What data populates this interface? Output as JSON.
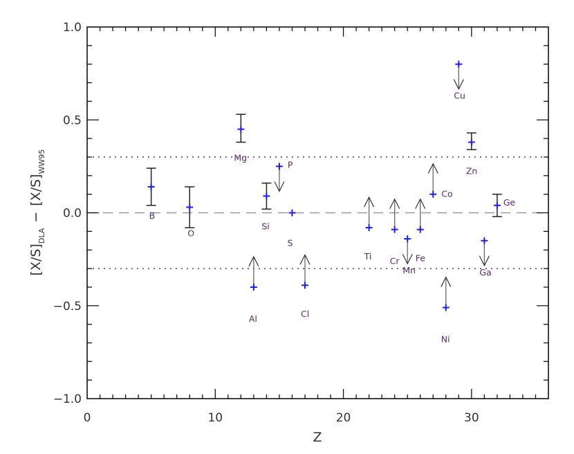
{
  "chart_data": {
    "type": "scatter",
    "title": "",
    "xlabel": "Z",
    "ylabel": "[X/S]_DLA - [X/S]_WW95",
    "ylabel_parts": {
      "a": "[X/S]",
      "a_sub": "DLA",
      "minus": "−",
      "b": "[X/S]",
      "b_sub": "WW95"
    },
    "xlim": [
      0,
      36
    ],
    "ylim": [
      -1.0,
      1.0
    ],
    "xticks": [
      0,
      10,
      20,
      30
    ],
    "xtick_labels": [
      "0",
      "10",
      "20",
      "30"
    ],
    "xminor_step": 1,
    "yticks": [
      -1.0,
      -0.5,
      0.0,
      0.5,
      1.0
    ],
    "ytick_labels": [
      "−1.0",
      "−0.5",
      "0.0",
      "0.5",
      "1.0"
    ],
    "yminor_step": 0.1,
    "grid": false,
    "reference_lines": [
      {
        "y": 0.0,
        "style": "dashed",
        "color": "#999999"
      },
      {
        "y": 0.3,
        "style": "dotted",
        "color": "#333333"
      },
      {
        "y": -0.3,
        "style": "dotted",
        "color": "#333333"
      }
    ],
    "marker_color": "#1a1aff",
    "label_color": "#5a2a6e",
    "points": [
      {
        "element": "B",
        "z": 5,
        "value": 0.14,
        "err_low": 0.04,
        "err_high": 0.24,
        "kind": "measurement",
        "label_dx": -4,
        "label_dy": 0.045
      },
      {
        "element": "O",
        "z": 8,
        "value": 0.03,
        "err_low": -0.08,
        "err_high": 0.14,
        "kind": "measurement",
        "label_dx": -3,
        "label_dy": -0.085
      },
      {
        "element": "Mg",
        "z": 12,
        "value": 0.45,
        "err_low": 0.38,
        "err_high": 0.53,
        "kind": "measurement",
        "label_dx": -8,
        "label_dy": -0.14
      },
      {
        "element": "Al",
        "z": 13,
        "value": -0.4,
        "kind": "lower_limit",
        "label_dx": -6,
        "label_dy": -0.2
      },
      {
        "element": "Si",
        "z": 14,
        "value": 0.09,
        "err_low": 0.02,
        "err_high": 0.16,
        "kind": "measurement",
        "label_dx": -6,
        "label_dy": -0.14
      },
      {
        "element": "P",
        "z": 15,
        "value": 0.25,
        "kind": "upper_limit",
        "label_dx": -7,
        "label_dy": -0.14
      },
      {
        "element": "S",
        "z": 16,
        "value": 0.0,
        "kind": "point",
        "label_dx": -10,
        "label_dy": -0.18
      },
      {
        "element": "Cl",
        "z": 17,
        "value": -0.39,
        "kind": "lower_limit",
        "label_dx": -6,
        "label_dy": -0.18
      },
      {
        "element": "Ti",
        "z": 22,
        "value": -0.08,
        "kind": "lower_limit",
        "label_dx": -8,
        "label_dy": -0.17
      },
      {
        "element": "Cr",
        "z": 24,
        "value": -0.09,
        "kind": "lower_limit",
        "label_dx": -8,
        "label_dy": -0.17
      },
      {
        "element": "Mn",
        "z": 25,
        "value": -0.14,
        "kind": "upper_limit",
        "label_dx": -6,
        "label_dy": -0.165
      },
      {
        "element": "Fe",
        "z": 26,
        "value": -0.09,
        "kind": "lower_limit",
        "label_dx": -7,
        "label_dy": -0.16
      },
      {
        "element": "Co",
        "z": 27,
        "value": 0.1,
        "kind": "lower_limit",
        "label_dx": -12,
        "label_dy": -0.16
      },
      {
        "element": "Ni",
        "z": 28,
        "value": -0.51,
        "kind": "lower_limit",
        "label_dx": -8,
        "label_dy": -0.185
      },
      {
        "element": "Cu",
        "z": 29,
        "value": 0.8,
        "kind": "upper_limit",
        "label_dx": -8,
        "label_dy": -0.19
      },
      {
        "element": "Zn",
        "z": 30,
        "value": 0.38,
        "err_low": 0.34,
        "err_high": 0.43,
        "kind": "measurement",
        "label_dx": -10,
        "label_dy": -0.18
      },
      {
        "element": "Ga",
        "z": 31,
        "value": -0.15,
        "kind": "upper_limit",
        "label_dx": -8,
        "label_dy": -0.165
      },
      {
        "element": "Ge",
        "z": 32,
        "value": 0.04,
        "err_low": -0.02,
        "err_high": 0.1,
        "kind": "measurement",
        "label_dx": 6,
        "label_dy": -0.125
      }
    ],
    "element_labels": {
      "B": {
        "dx": -3,
        "dy": 0.05
      },
      "O": {
        "dx": -3,
        "dy": -0.1
      },
      "Mg": {
        "dx": -10,
        "dy": -0.15
      },
      "Al": {
        "dx": -6,
        "dy": -0.2
      },
      "Si": {
        "dx": -5,
        "dy": -0.13
      },
      "P": {
        "dx": -5,
        "dy": -0.11
      },
      "S": {
        "dx": -7,
        "dy": -0.17
      },
      "Cl": {
        "dx": -6,
        "dy": -0.17
      },
      "Ti": {
        "dx": -5,
        "dy": -0.17
      },
      "Cr": {
        "dx": -5,
        "dy": -0.18
      },
      "Mn": {
        "dx": -5,
        "dy": -0.16
      },
      "Fe": {
        "dx": -5,
        "dy": -0.16
      },
      "Co": {
        "dx": -7,
        "dy": -0.17
      },
      "Ni": {
        "dx": -5,
        "dy": -0.18
      },
      "Cu": {
        "dx": -6,
        "dy": -0.19
      },
      "Zn": {
        "dx": -7,
        "dy": -0.17
      },
      "Ga": {
        "dx": -5,
        "dy": -0.17
      },
      "Ge": {
        "dx": 7,
        "dy": -0.13
      }
    },
    "label_positions": {
      "B": [
        5,
        0.12
      ],
      "O": [
        8,
        0.12
      ],
      "Mg": [
        12,
        0.12
      ],
      "Al": [
        13,
        0.12
      ]
    }
  }
}
